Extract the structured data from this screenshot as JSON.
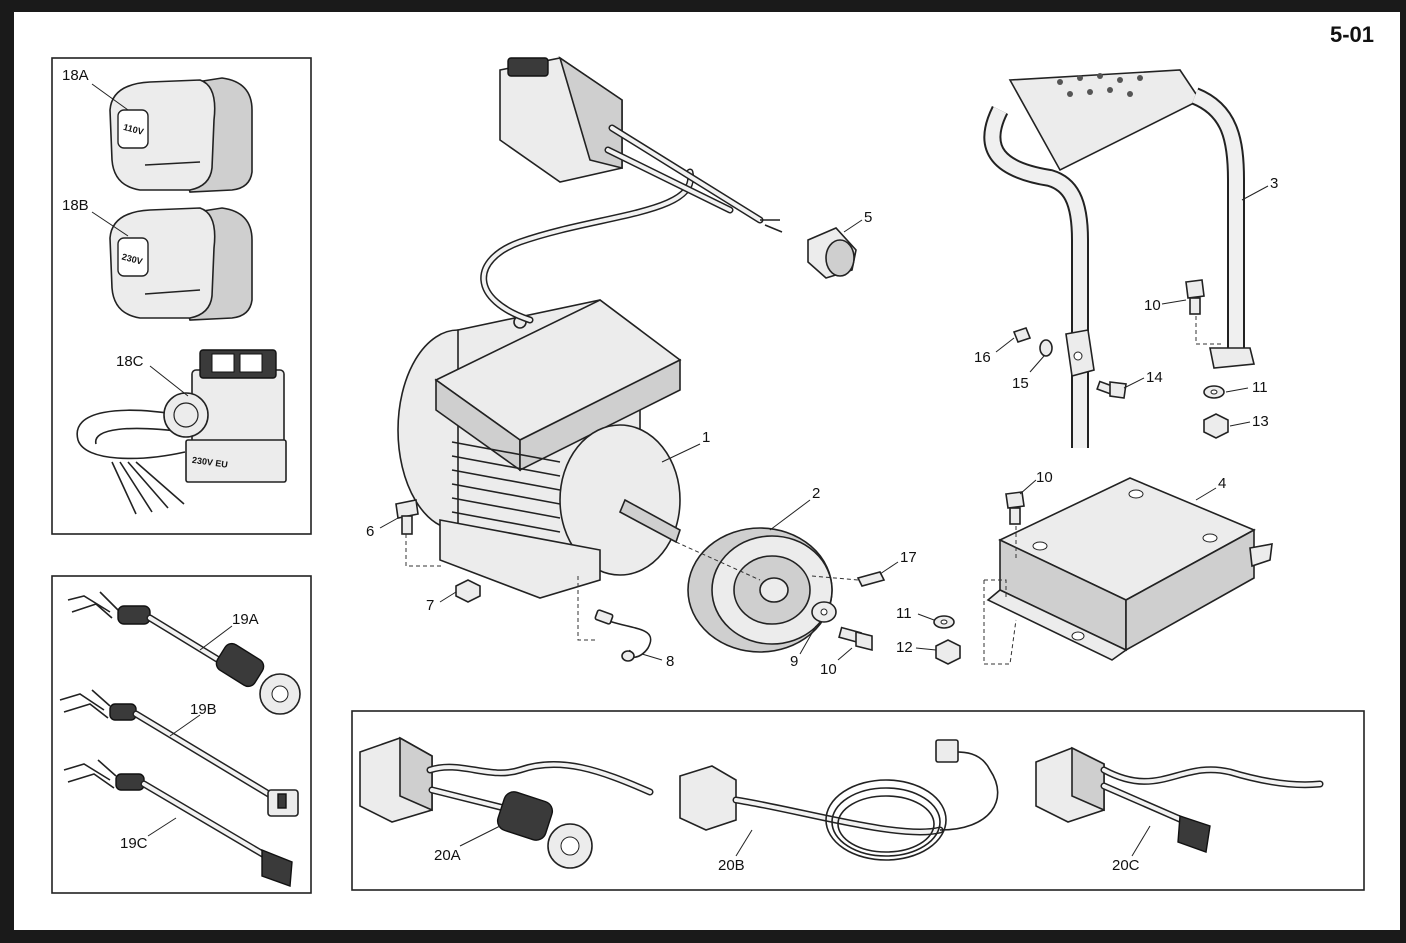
{
  "page_id": "5-01",
  "colors": {
    "frame": "#1a1a1a",
    "paper": "#ffffff",
    "ink": "#111111"
  },
  "voltage_tags": {
    "18A": "110V",
    "18B": "230V",
    "18C": "230V EU"
  },
  "callouts": {
    "c1": "1",
    "c2": "2",
    "c3": "3",
    "c4": "4",
    "c5": "5",
    "c6": "6",
    "c7": "7",
    "c8": "8",
    "c9": "9",
    "c10a": "10",
    "c10b": "10",
    "c10c": "10",
    "c11a": "11",
    "c11b": "11",
    "c12": "12",
    "c13": "13",
    "c14": "14",
    "c15": "15",
    "c16": "16",
    "c17": "17",
    "c18A": "18A",
    "c18B": "18B",
    "c18C": "18C",
    "c19A": "19A",
    "c19B": "19B",
    "c19C": "19C",
    "c20A": "20A",
    "c20B": "20B",
    "c20C": "20C"
  }
}
